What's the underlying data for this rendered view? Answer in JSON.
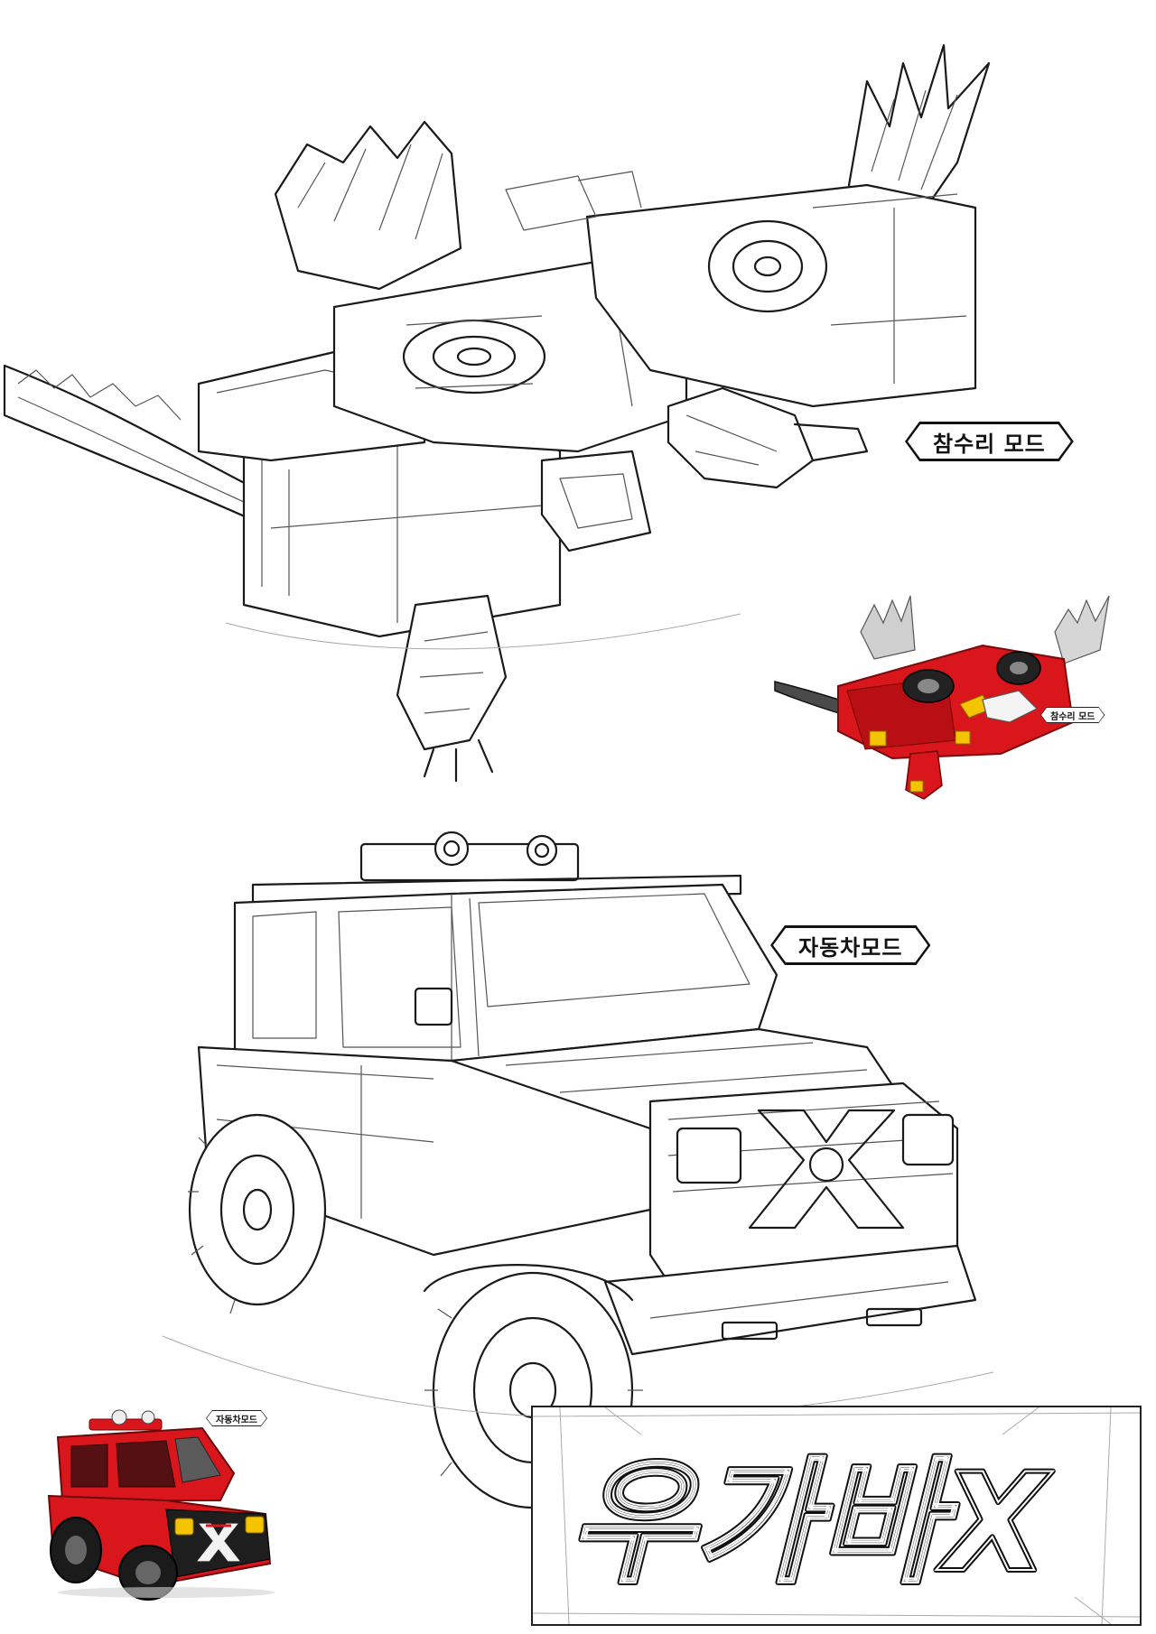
{
  "labels": {
    "eagle_mode": "참수리 모드",
    "car_mode": "자동차모드",
    "eagle_mode_small": "참수리 모드",
    "car_mode_small": "자동차모드"
  },
  "logo": {
    "text": "우가바X"
  },
  "colors": {
    "toy_red": "#d8161b",
    "toy_yellow": "#f5c400",
    "outline": "#1a1a1a",
    "background": "#ffffff"
  }
}
